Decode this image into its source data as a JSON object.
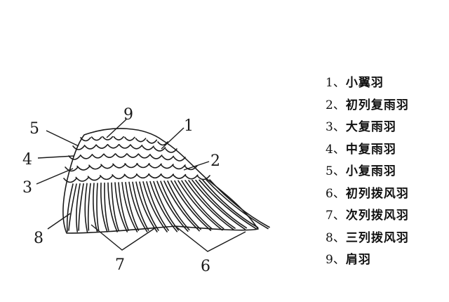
{
  "diagram": {
    "callout_numbers": {
      "n1": "1",
      "n2": "2",
      "n3": "3",
      "n4": "4",
      "n5": "5",
      "n6": "6",
      "n7": "7",
      "n8": "8",
      "n9": "9"
    },
    "stroke_color": "#1a1a1a"
  },
  "legend": {
    "items": [
      {
        "index": "1、",
        "term": "小翼羽"
      },
      {
        "index": "2、",
        "term": "初列复雨羽"
      },
      {
        "index": "3、",
        "term": "大复雨羽"
      },
      {
        "index": "4、",
        "term": "中复雨羽"
      },
      {
        "index": "5、",
        "term": "小复雨羽"
      },
      {
        "index": "6、",
        "term": "初列拨风羽"
      },
      {
        "index": "7、",
        "term": "次列拨风羽"
      },
      {
        "index": "8、",
        "term": "三列拨风羽"
      },
      {
        "index": "9、",
        "term": "肩羽"
      }
    ]
  }
}
